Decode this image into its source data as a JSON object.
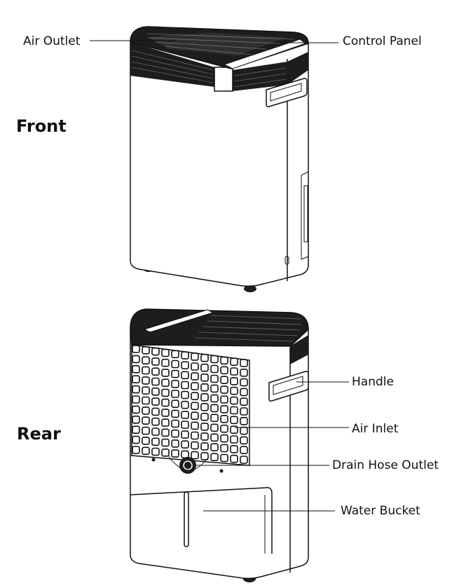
{
  "views": {
    "front": "Front",
    "rear": "Rear"
  },
  "labels": {
    "air_outlet": "Air Outlet",
    "control_panel": "Control Panel",
    "handle": "Handle",
    "air_inlet": "Air Inlet",
    "drain_hose_outlet": "Drain Hose Outlet",
    "water_bucket": "Water Bucket"
  },
  "colors": {
    "line": "#111111",
    "dark_fill": "#1d1d1d",
    "background": "#ffffff"
  }
}
